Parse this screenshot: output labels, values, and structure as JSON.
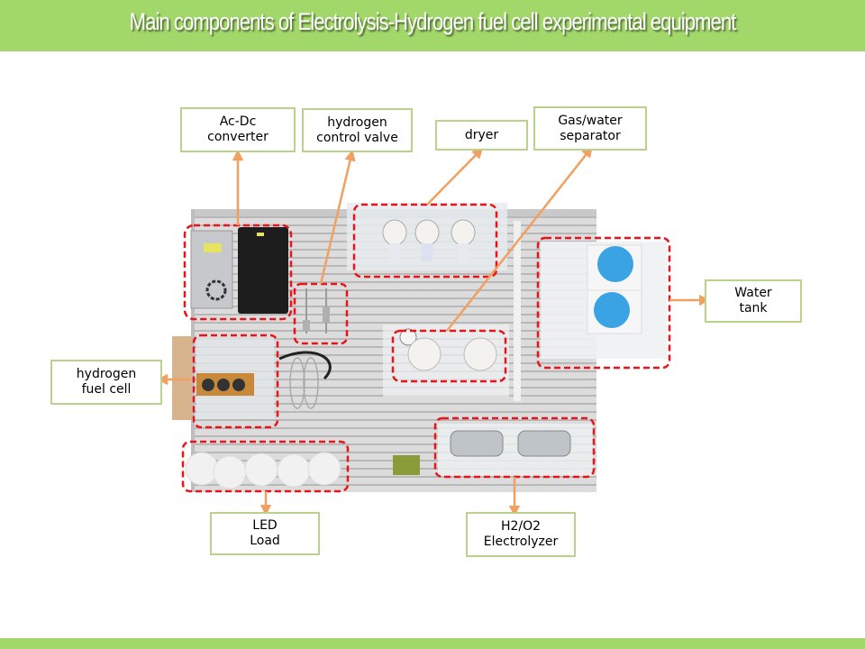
{
  "slide": {
    "title": "Main components of Electrolysis-Hydrogen fuel cell experimental equipment",
    "colors": {
      "banner": "#a2d76a",
      "label_border": "#b9d38d",
      "arrow": "#f0a060",
      "highlight": "#e8141c",
      "board": "#d8d8d8"
    }
  },
  "labels": {
    "acdc": "Ac-Dc\nconverter",
    "valve": "hydrogen\ncontrol valve",
    "dryer": "dryer",
    "separator": "Gas/water\nseparator",
    "fuel_cell": "hydrogen\nfuel cell",
    "water_tank": "Water\ntank",
    "led": "LED\nLoad",
    "electrolyzer": "H2/O2\nElectrolyzer"
  },
  "photo": {
    "description": "photo-of-experimental-equipment-board"
  }
}
